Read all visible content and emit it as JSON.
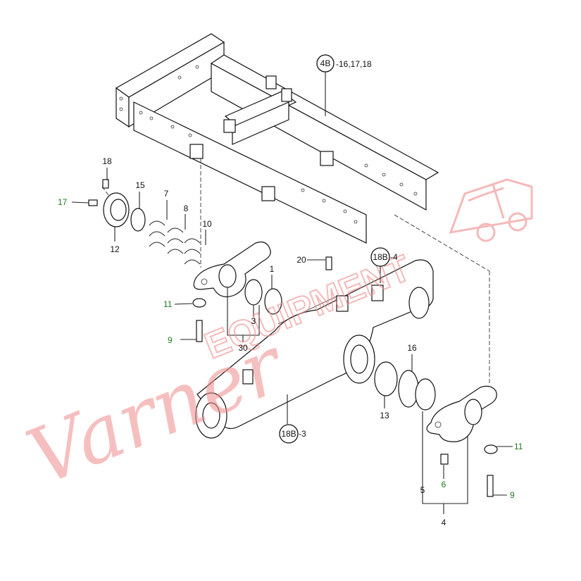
{
  "watermark": {
    "script_text": "Varner",
    "block_text": "EQUIPMENT",
    "color": "#f08c8c"
  },
  "callouts": [
    {
      "id": "c-4b",
      "boxed": "4B",
      "suffix": "-16,17,18",
      "green": false
    },
    {
      "id": "c-18",
      "text": "18",
      "green": false
    },
    {
      "id": "c-17",
      "text": "17",
      "green": true
    },
    {
      "id": "c-15",
      "text": "15",
      "green": false
    },
    {
      "id": "c-7",
      "text": "7",
      "green": false
    },
    {
      "id": "c-8",
      "text": "8",
      "green": false
    },
    {
      "id": "c-10",
      "text": "10",
      "green": false
    },
    {
      "id": "c-12",
      "text": "12",
      "green": false
    },
    {
      "id": "c-20",
      "text": "20",
      "green": false
    },
    {
      "id": "c-18b4",
      "boxed": "18B",
      "suffix": "-4",
      "green": false
    },
    {
      "id": "c-1",
      "text": "1",
      "green": false
    },
    {
      "id": "c-11a",
      "text": "11",
      "green": true
    },
    {
      "id": "c-3",
      "text": "3",
      "green": false
    },
    {
      "id": "c-9a",
      "text": "9",
      "green": true
    },
    {
      "id": "c-30",
      "text": "30",
      "green": false
    },
    {
      "id": "c-16",
      "text": "16",
      "green": false
    },
    {
      "id": "c-13",
      "text": "13",
      "green": false
    },
    {
      "id": "c-18b3",
      "boxed": "18B",
      "suffix": "-3",
      "green": false
    },
    {
      "id": "c-11b",
      "text": "11",
      "green": true
    },
    {
      "id": "c-6",
      "text": "6",
      "green": true
    },
    {
      "id": "c-9b",
      "text": "9",
      "green": true
    },
    {
      "id": "c-5",
      "text": "5",
      "green": false
    },
    {
      "id": "c-4",
      "text": "4",
      "green": false
    }
  ]
}
